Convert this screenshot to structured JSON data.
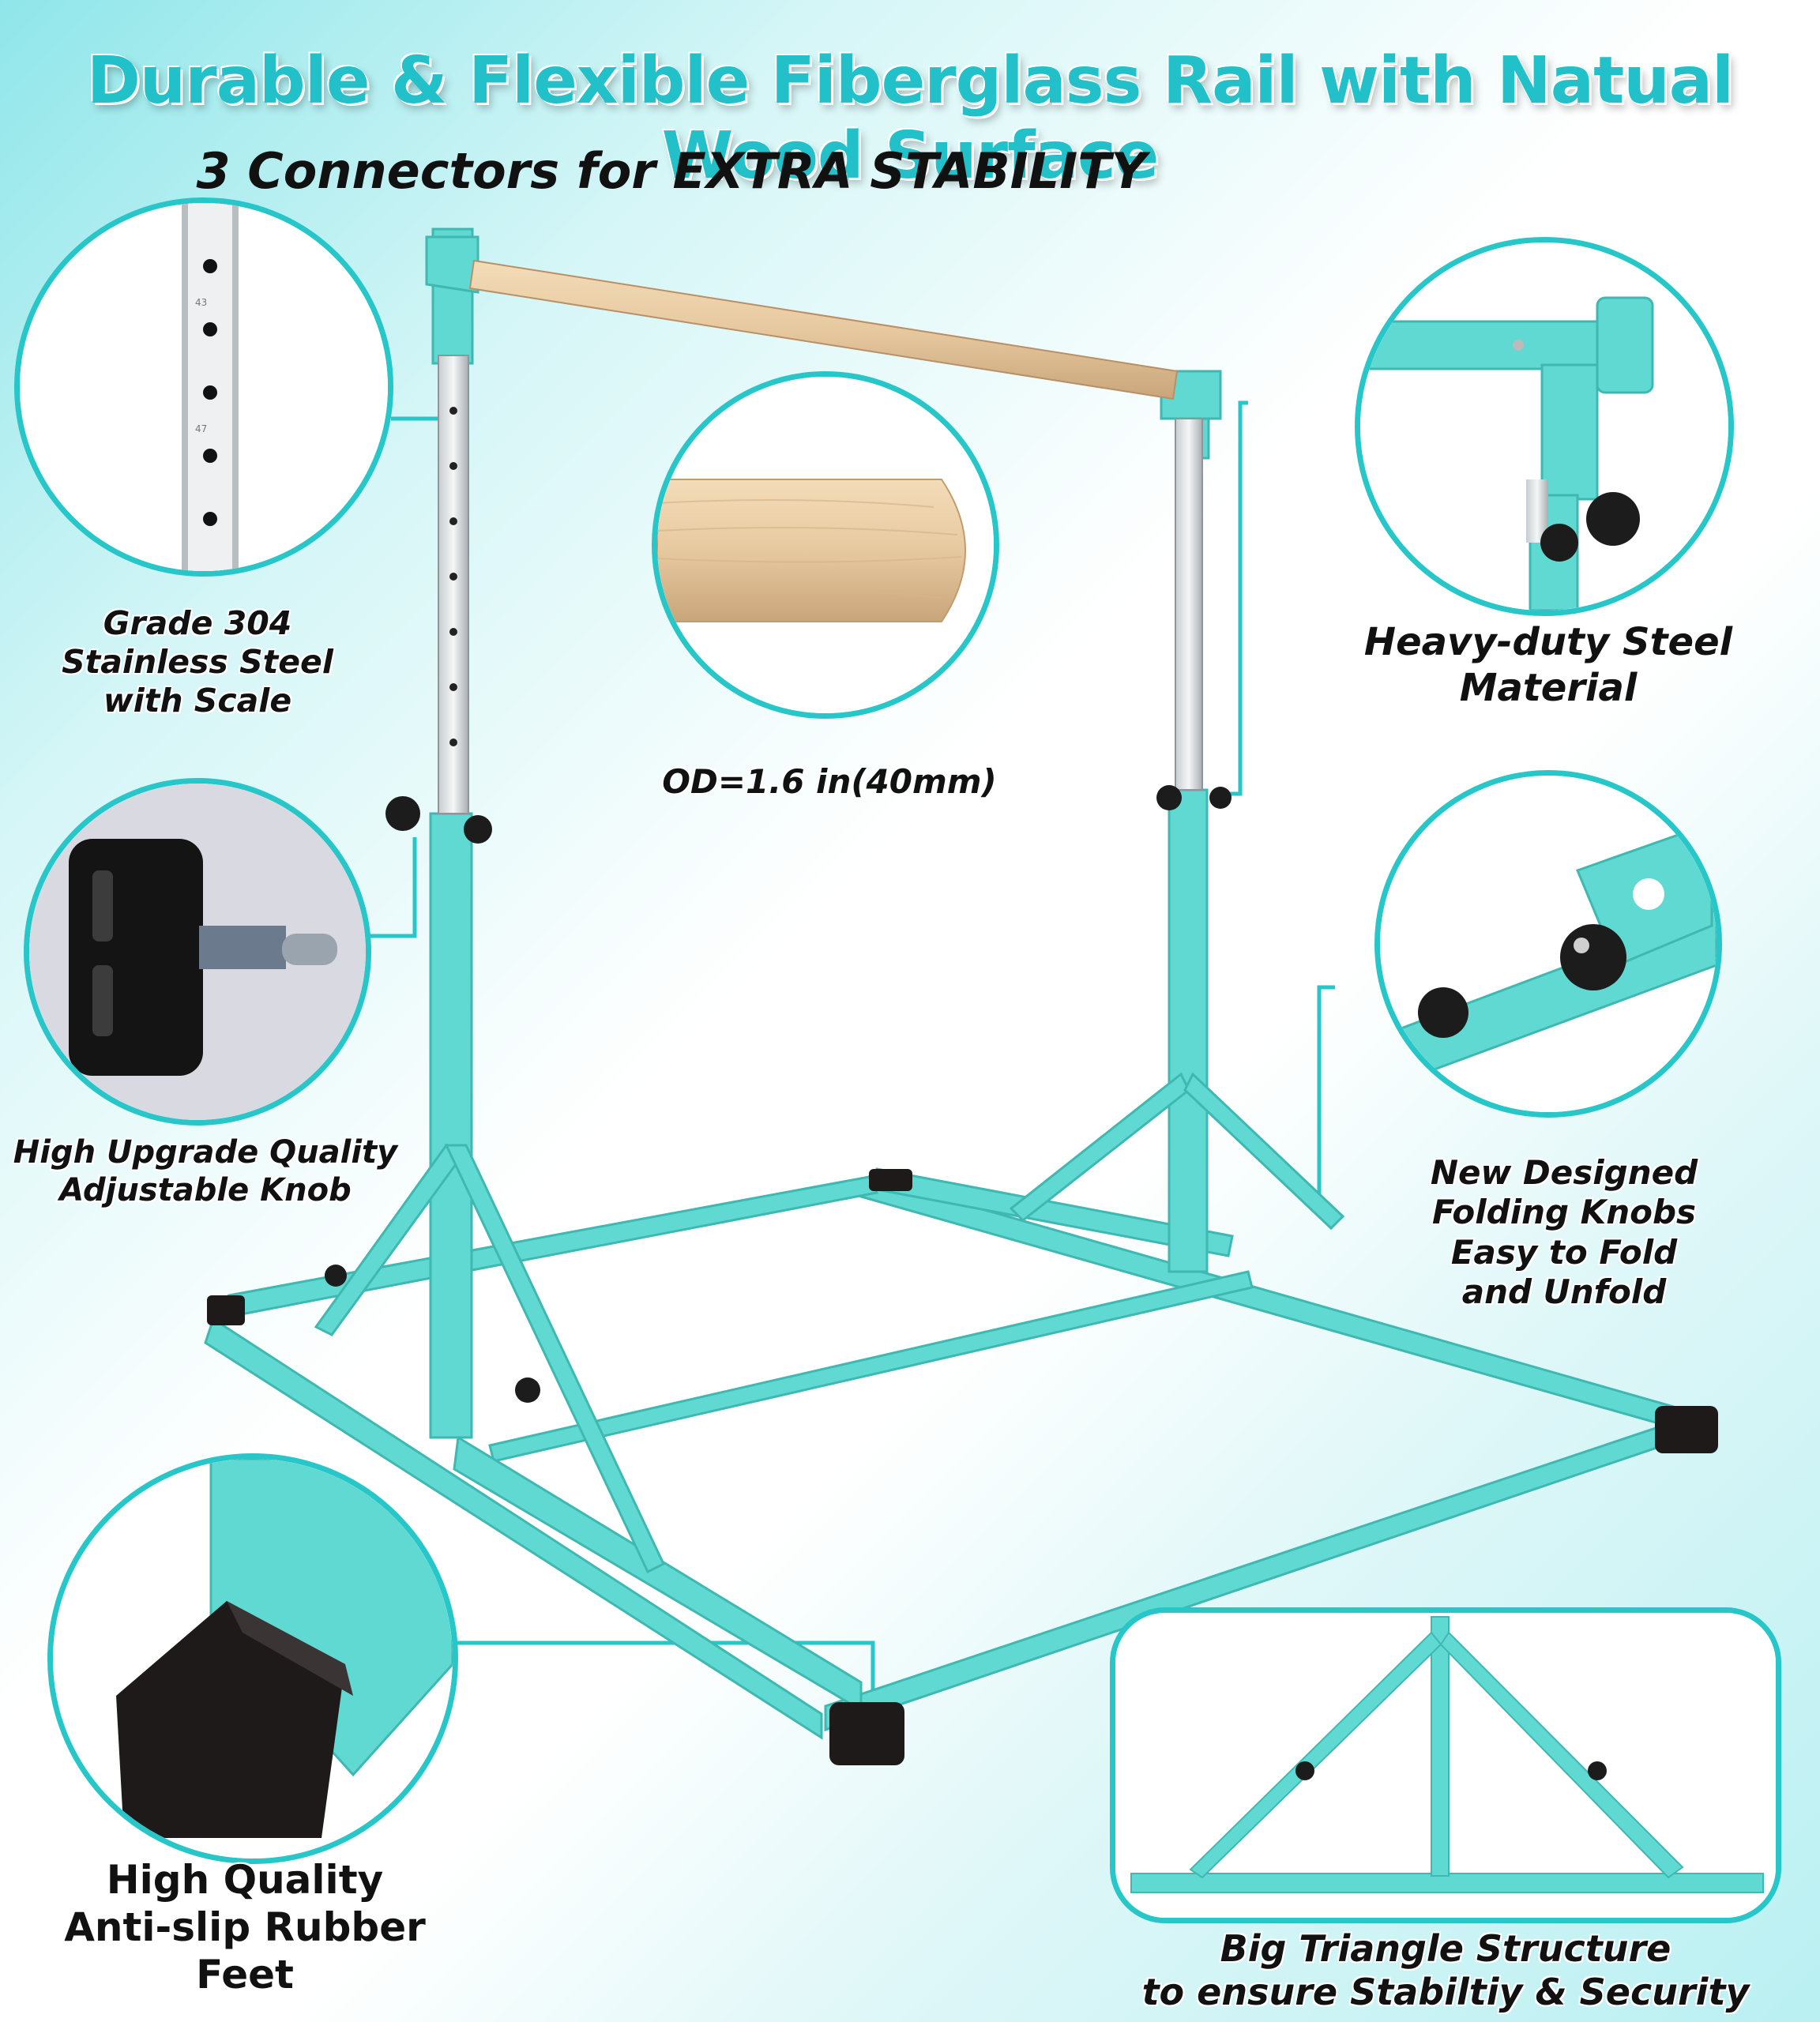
{
  "title": "Durable & Flexible Fiberglass Rail with Natual Wood Surface",
  "subtitle": "3 Connectors for EXTRA STABILITY",
  "callouts": {
    "stainless": [
      "Grade 304",
      "Stainless Steel",
      "with Scale"
    ],
    "diameter": "OD=1.6 in(40mm)",
    "steel": [
      "Heavy-duty Steel",
      "Material"
    ],
    "knob": [
      "High Upgrade Quality",
      "Adjustable Knob"
    ],
    "folding": [
      "New Designed",
      "Folding Knobs",
      "Easy to Fold",
      "and Unfold"
    ],
    "feet": [
      "High Quality",
      "Anti-slip Rubber Feet"
    ],
    "triangle": [
      "Big Triangle Structure",
      "to ensure Stabiltiy & Security"
    ]
  },
  "scale_marks": [
    "43",
    "47"
  ],
  "colors": {
    "accent": "#26c6c9",
    "frame": "#5fd9d2",
    "wood": "#e7c9a0",
    "rubber": "#1e1a1a",
    "text": "#111111"
  }
}
